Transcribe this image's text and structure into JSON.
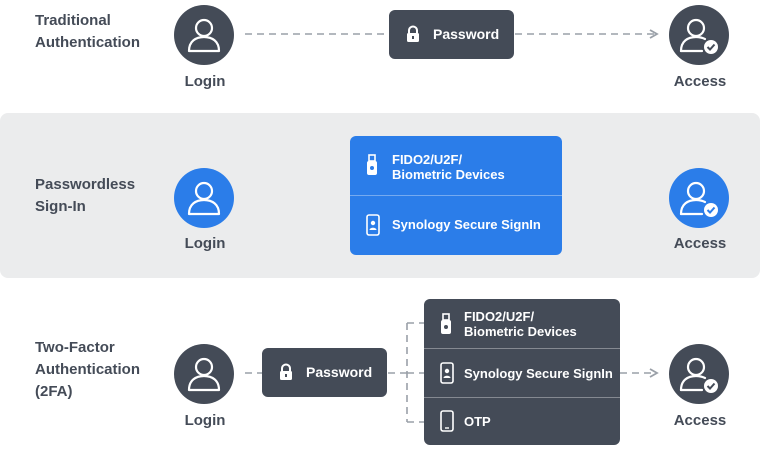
{
  "rows": {
    "traditional": {
      "title_line1": "Traditional",
      "title_line2": "Authentication",
      "factor": "Password",
      "start": "Login",
      "end": "Access"
    },
    "passwordless": {
      "title_line1": "Passwordless",
      "title_line2": "Sign-In",
      "options": [
        {
          "line1": "FIDO2/U2F/",
          "line2": "Biometric Devices",
          "icon": "usb-key-icon"
        },
        {
          "line1": "Synology Secure SignIn",
          "icon": "phone-badge-icon"
        }
      ],
      "start": "Login",
      "end": "Access"
    },
    "twofa": {
      "title_line1": "Two-Factor",
      "title_line2": "Authentication",
      "title_line3": "(2FA)",
      "factor": "Password",
      "options": [
        {
          "line1": "FIDO2/U2F/",
          "line2": "Biometric Devices",
          "icon": "usb-key-icon"
        },
        {
          "line1": "Synology Secure SignIn",
          "icon": "phone-badge-icon"
        },
        {
          "line1": "OTP",
          "icon": "smartphone-icon"
        }
      ],
      "start": "Login",
      "end": "Access"
    }
  },
  "colors": {
    "dark": "#444b57",
    "blue": "#2b7de9",
    "band": "#ebeced",
    "line": "#9aa0a8"
  }
}
